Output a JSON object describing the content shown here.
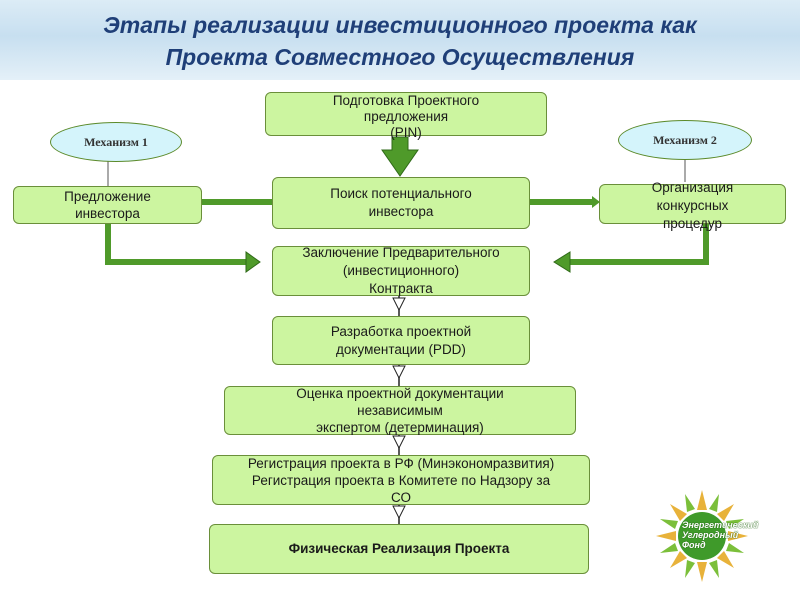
{
  "title": {
    "line1": "Этапы реализации инвестиционного проекта как",
    "line2": "Проекта Совместного Осуществления"
  },
  "mechanisms": {
    "left": "Механизм 1",
    "right": "Механизм 2"
  },
  "boxes": {
    "pin": "Подготовка Проектного\nпредложения\n(PIN)",
    "search": "Поиск потенциального\nинвестора",
    "investor_offer": "Предложение\nинвестора",
    "tender": "Организация\nконкурсных\nпроцедур",
    "contract": "Заключение Предварительного\n(инвестиционного)\nКонтракта",
    "pdd": "Разработка проектной\nдокументации (PDD)",
    "evaluation": "Оценка проектной документации\nнезависимым\nэкспертом (детерминация)",
    "registration": "Регистрация проекта в РФ (Минэкономразвития)\nРегистрация проекта в Комитете по Надзору за\nСО",
    "implementation": "Физическая Реализация Проекта"
  },
  "logo": {
    "line1": "Энергетический",
    "line2": "Углеродный",
    "line3": "Фонд"
  },
  "colors": {
    "title": "#1f3f78",
    "box_fill": "#ccf5a0",
    "arrow_green": "#4f9a2a",
    "oval_fill": "#d4f4fb"
  }
}
